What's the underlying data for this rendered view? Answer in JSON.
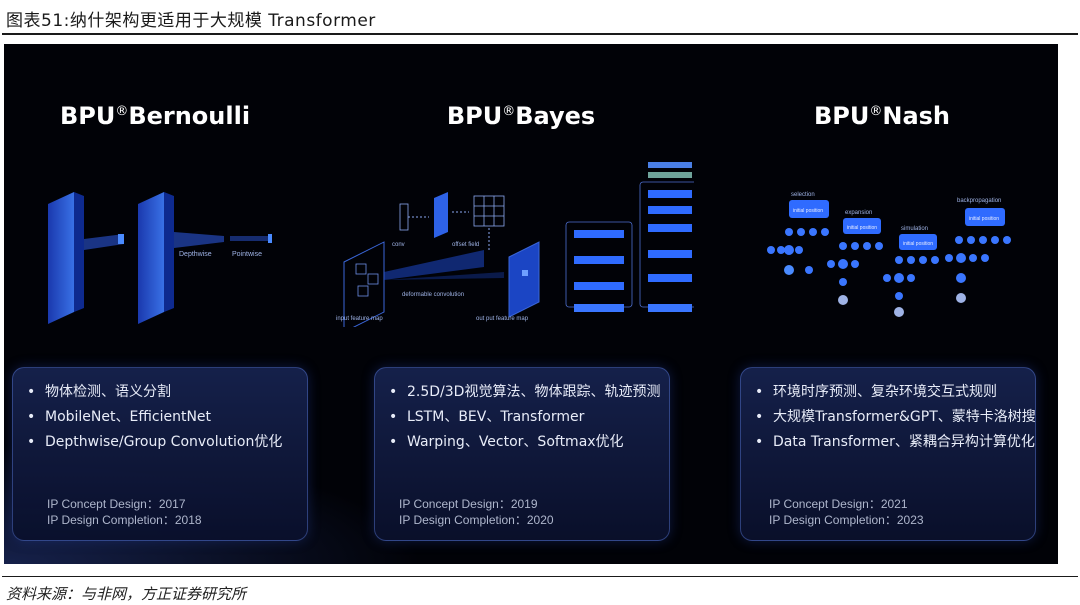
{
  "figure_title": "图表51:纳什架构更适用于大规模 Transformer",
  "source": "资料来源：与非网，方正证券研究所",
  "reg_mark": "®",
  "columns": [
    {
      "name": "BPU",
      "suffix": "Bernoulli",
      "diagram_labels": [
        "Depthwise",
        "Pointwise"
      ],
      "features": [
        "物体检测、语义分割",
        "MobileNet、EfficientNet",
        "Depthwise/Group Convolution优化"
      ],
      "concept_design": "IP Concept Design：2017",
      "design_completion": "IP Design Completion：2018"
    },
    {
      "name": "BPU",
      "suffix": "Bayes",
      "diagram_labels": [
        "conv",
        "offset field",
        "deformable convolution",
        "input feature map",
        "out put feature map"
      ],
      "features": [
        "2.5D/3D视觉算法、物体跟踪、轨迹预测",
        "LSTM、BEV、Transformer",
        "Warping、Vector、Softmax优化"
      ],
      "concept_design": "IP Concept Design：2019",
      "design_completion": "IP Design Completion：2020"
    },
    {
      "name": "BPU",
      "suffix": "Nash",
      "diagram_labels": [
        "selection",
        "expansion",
        "simulation",
        "backpropagation",
        "initial position"
      ],
      "features": [
        "环境时序预测、复杂环境交互式规则",
        "大规模Transformer&GPT、蒙特卡洛树搜",
        "Data Transformer、紧耦合异构计算优化"
      ],
      "concept_design": "IP Concept Design：2021",
      "design_completion": "IP Design Completion：2023"
    }
  ],
  "bullet": "•",
  "colors": {
    "panel_bg": "#010207",
    "accent_blue": "#2f6bff",
    "card_border": "#4f6ec8",
    "node_blue": "#3a76ff"
  }
}
